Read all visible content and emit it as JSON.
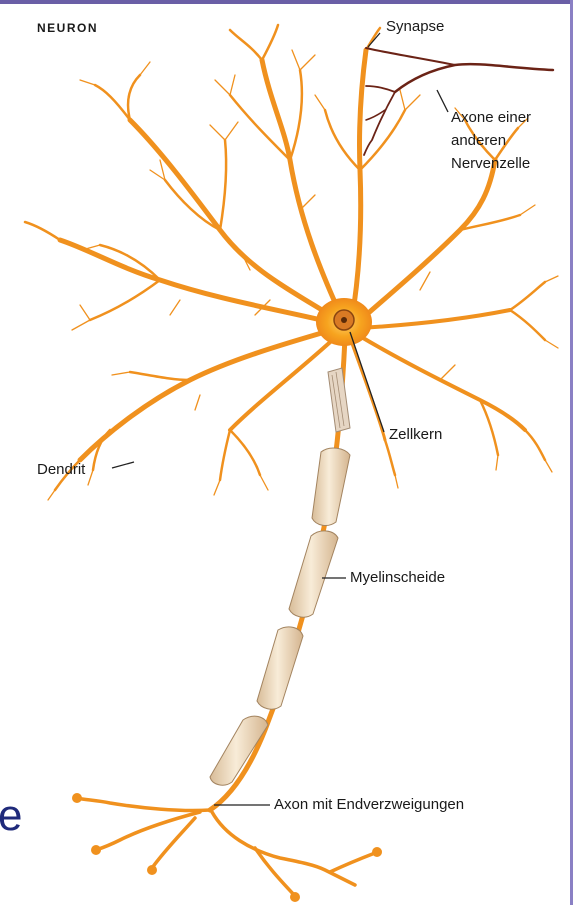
{
  "diagram": {
    "title": "NEURON",
    "labels": {
      "synapse": "Synapse",
      "other_axon_line1": "Axone einer",
      "other_axon_line2": "anderen",
      "other_axon_line3": "Nervenzelle",
      "nucleus": "Zellkern",
      "dendrite": "Dendrit",
      "myelin": "Myelinscheide",
      "axon_terminal": "Axon mit Endverzweigungen"
    },
    "slide_fragment": "e"
  },
  "colors": {
    "dendrite": "#f0911e",
    "soma": "#f6a21c",
    "nucleus": "#c2641a",
    "myelin": "#efdcc0",
    "other_axon": "#6b2316",
    "leader": "#222222"
  }
}
